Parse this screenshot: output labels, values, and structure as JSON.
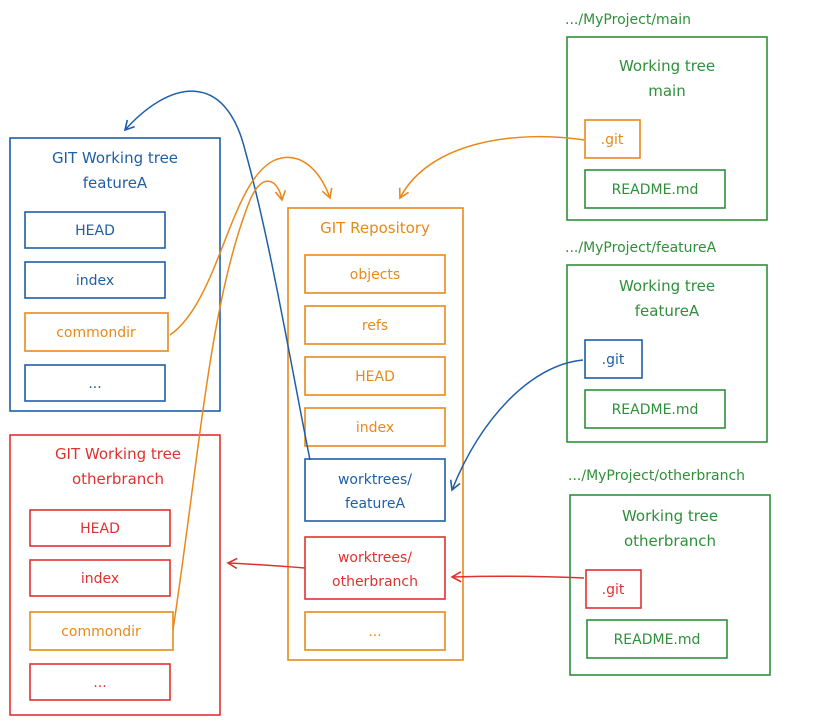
{
  "colors": {
    "blue": "#1f5fa8",
    "orange": "#e8891a",
    "red": "#e03131",
    "green": "#2f8f3a"
  },
  "left_blue": {
    "title_line1": "GIT Working tree",
    "title_line2": "featureA",
    "items": [
      "HEAD",
      "index",
      "commondir",
      "..."
    ]
  },
  "left_red": {
    "title_line1": "GIT Working tree",
    "title_line2": "otherbranch",
    "items": [
      "HEAD",
      "index",
      "commondir",
      "..."
    ]
  },
  "repo": {
    "title": "GIT Repository",
    "items": [
      "objects",
      "refs",
      "HEAD",
      "index"
    ],
    "worktree_feature_line1": "worktrees/",
    "worktree_feature_line2": "featureA",
    "worktree_other_line1": "worktrees/",
    "worktree_other_line2": "otherbranch",
    "ellipsis": "..."
  },
  "right": [
    {
      "path": ".../MyProject/main",
      "title_line1": "Working tree",
      "title_line2": "main",
      "git": ".git",
      "readme": "README.md"
    },
    {
      "path": ".../MyProject/featureA",
      "title_line1": "Working tree",
      "title_line2": "featureA",
      "git": ".git",
      "readme": "README.md"
    },
    {
      "path": ".../MyProject/otherbranch",
      "title_line1": "Working tree",
      "title_line2": "otherbranch",
      "git": ".git",
      "readme": "README.md"
    }
  ]
}
